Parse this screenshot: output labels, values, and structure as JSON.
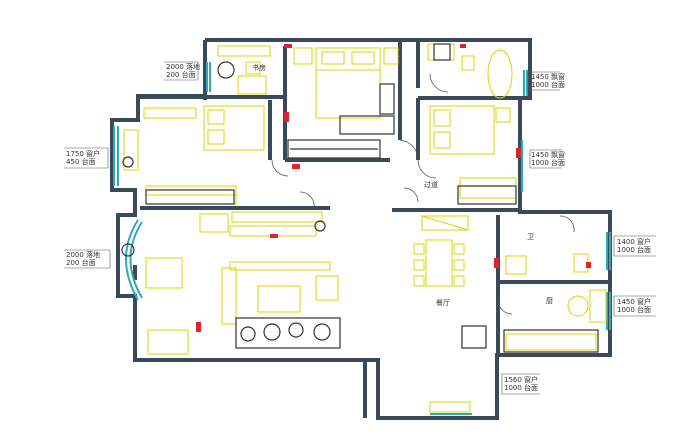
{
  "colors": {
    "wall": "#3a4a58",
    "wall_fill": "#ffffff",
    "furniture": "#d8d400",
    "glass": "#2fa9b8",
    "door_red": "#d8262e",
    "dim_line": "#555555",
    "dark_fixture": "#333333"
  },
  "window_labels": [
    {
      "line1": "2000 落地",
      "line2": "200 台面"
    },
    {
      "line1": "1450 飘窗",
      "line2": "1000 台面"
    },
    {
      "line1": "1750 窗户",
      "line2": "450 台面"
    },
    {
      "line1": "1450 飘窗",
      "line2": "1000 台面"
    },
    {
      "line1": "2000 落地",
      "line2": "200 台面"
    },
    {
      "line1": "1400 窗户",
      "line2": "1000 台面"
    },
    {
      "line1": "1450 窗户",
      "line2": "1000 台面"
    },
    {
      "line1": "1560 窗户",
      "line2": "1000 台面"
    }
  ],
  "room_labels": {
    "study": "书房",
    "dining": "餐厅",
    "bath": "卫",
    "kitchen": "厨",
    "hall": "过道"
  }
}
